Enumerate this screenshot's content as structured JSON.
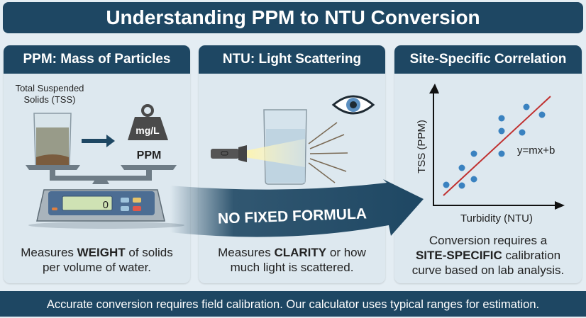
{
  "title": "Understanding PPM to NTU Conversion",
  "panels": [
    {
      "header": "PPM: Mass of Particles",
      "sample_label_1": "Total Suspended",
      "sample_label_2": "Solids (TSS)",
      "weight_label": "mg/L",
      "unit_label": "PPM",
      "scale_display": "0",
      "caption_pre": "Measures ",
      "caption_bold": "WEIGHT",
      "caption_post": " of solids",
      "caption_line2": "per volume of water."
    },
    {
      "header": "NTU: Light Scattering",
      "caption_pre": "Measures ",
      "caption_bold": "CLARITY",
      "caption_post": " or how",
      "caption_line2": "much light is scattered."
    },
    {
      "header": "Site-Specific Correlation",
      "y_axis": "TSS (PPM)",
      "x_axis": "Turbidity (NTU)",
      "equation": "y=mx+b",
      "caption_line1": "Conversion requires a",
      "caption_bold": "SITE-SPECIFIC",
      "caption_post": " calibration",
      "caption_line3": "curve based on lab analysis."
    }
  ],
  "arrow_label": "NO FIXED FORMULA",
  "footer": "Accurate conversion requires field calibration. Our calculator uses typical ranges for estimation.",
  "colors": {
    "navy": "#1e4763",
    "panel": "#dde8ef",
    "background": "#e4edf3",
    "fit_line": "#c0302f",
    "points": "#3a82c0"
  }
}
